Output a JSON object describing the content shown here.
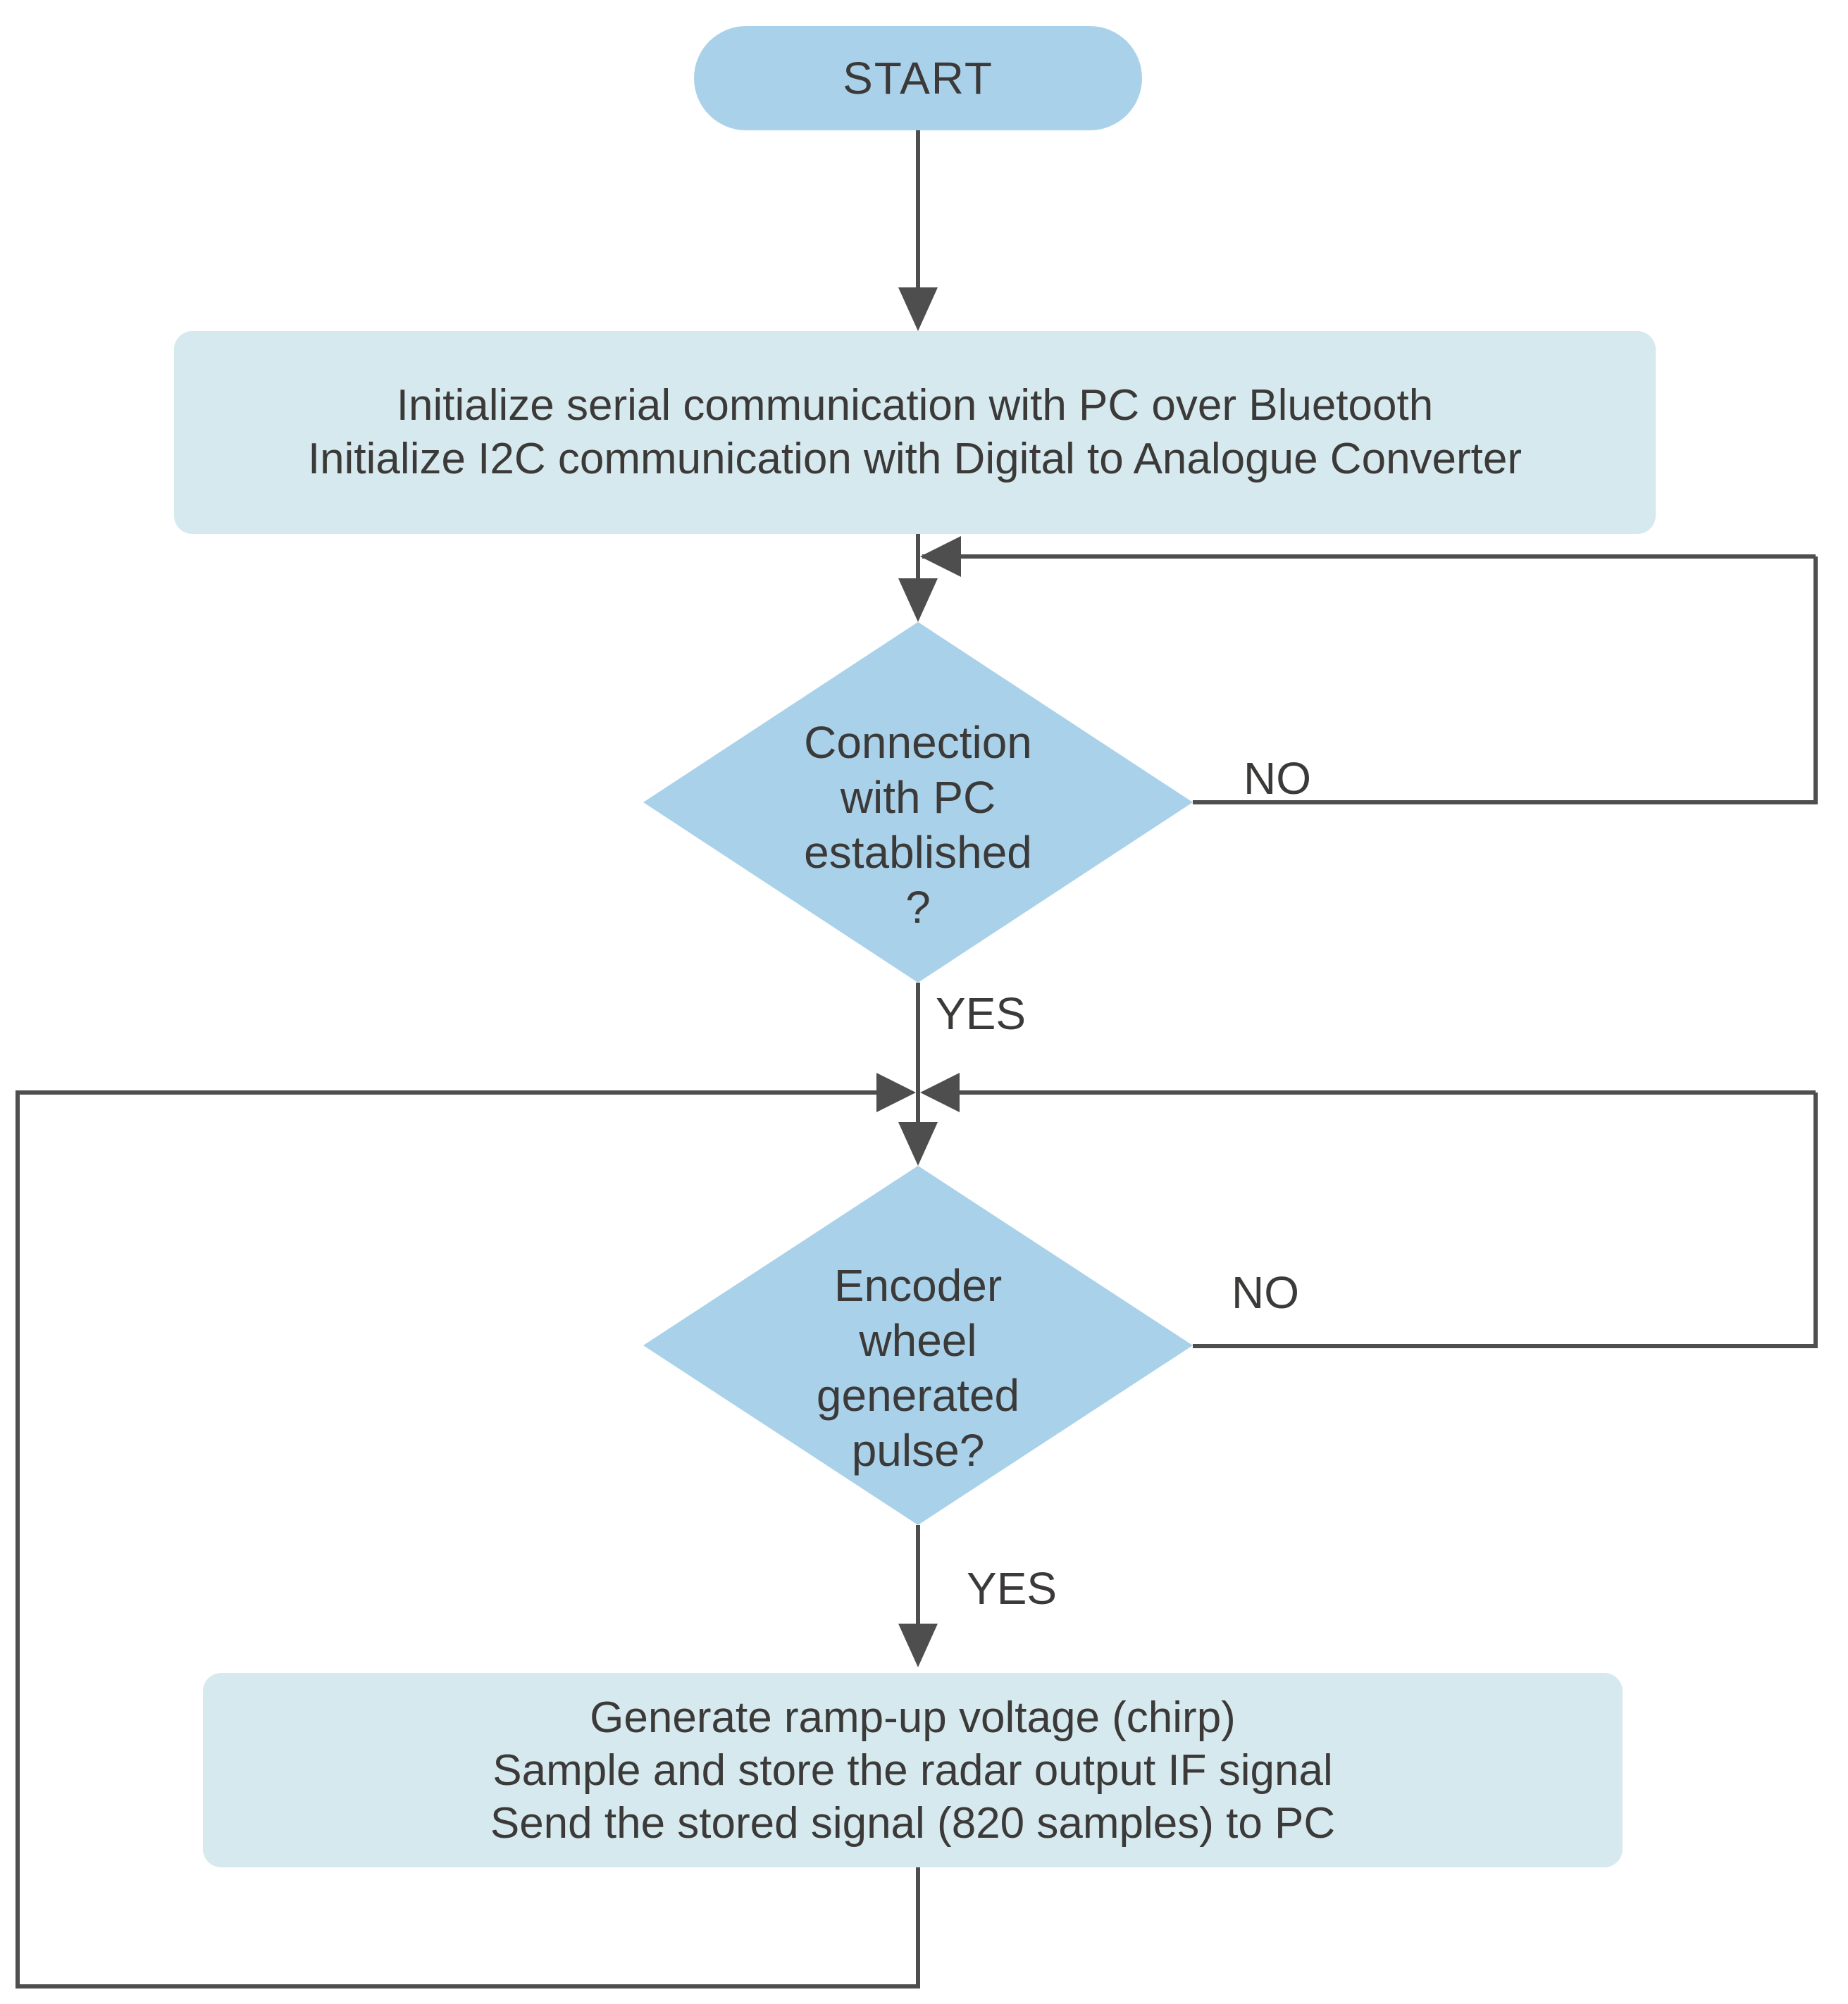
{
  "colors": {
    "node_blue": "#a9d2ea",
    "box_cyan": "#d6e9ee",
    "line_gray": "#4e4e4e",
    "text_dark": "#3c3a39"
  },
  "nodes": {
    "start": {
      "label": "START"
    },
    "init_box": {
      "lines": [
        "Initialize serial communication with PC over Bluetooth",
        "Initialize I2C communication with Digital to Analogue Converter"
      ]
    },
    "decision_pc": {
      "lines": [
        "Connection",
        "with PC",
        "established",
        "?"
      ]
    },
    "decision_encoder": {
      "lines": [
        "Encoder",
        "wheel",
        "generated",
        "pulse?"
      ]
    },
    "process_box": {
      "lines": [
        "Generate ramp-up voltage (chirp)",
        "Sample and store the radar output IF signal",
        "Send the stored signal (820 samples) to PC"
      ]
    }
  },
  "labels": {
    "pc_yes": "YES",
    "pc_no": "NO",
    "encoder_yes": "YES",
    "encoder_no": "NO"
  }
}
